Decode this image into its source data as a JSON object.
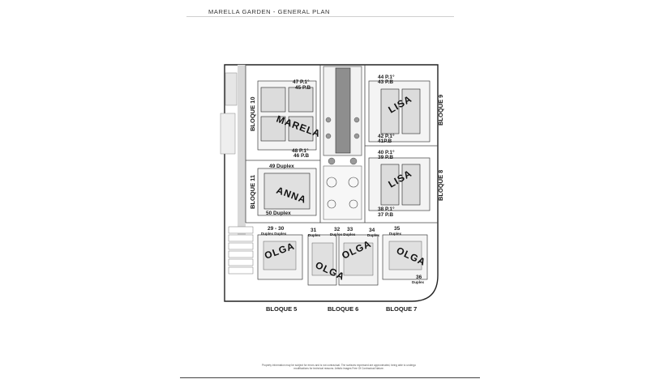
{
  "header": {
    "title": "MARELLA GARDEN - GENERAL PLAN"
  },
  "blocks": {
    "b5": "BLOQUE 5",
    "b6": "BLOQUE 6",
    "b7": "BLOQUE 7",
    "b8": "BLOQUE 8",
    "b9": "BLOQUE 9",
    "b10": "BLOQUE 10",
    "b11": "BLOQUE 11"
  },
  "building_names": {
    "marela": "MARELA",
    "anna": "ANNA",
    "lisa_top": "LISA",
    "lisa_mid": "LISA",
    "olga1": "OLGA",
    "olga2": "OLGA",
    "olga3": "OLGA",
    "olga4": "OLGA"
  },
  "units": {
    "u47": "47 P.1°",
    "u45": "45 P.B",
    "u48": "48 P.1°",
    "u46": "46 P.B",
    "u49": "49 Duplex",
    "u50": "50 Duplex",
    "u44": "44 P.1°",
    "u43": "43 P.B",
    "u42": "42 P.1°",
    "u41": "41P.B",
    "u40": "40 P.1°",
    "u39": "39 P.B",
    "u38": "38 P.1°",
    "u37": "37 P.B",
    "u2930": "29 - 30",
    "u2930d": "Duplex Duplex",
    "u31": "31",
    "u31d": "Duplex",
    "u32": "32",
    "u33": "33",
    "u3233d": "Duplex Duplex",
    "u34": "34",
    "u34d": "Duplex",
    "u35": "35",
    "u35d": "Duplex",
    "u36": "36",
    "u36d": "Duplex"
  },
  "disclaimer": "Property information may be subject for errors and is not contractual. The surfaces expressed are approximated, being able to undergo modifications for technical reasons. Artistic images Free Of Contractual Nature."
}
